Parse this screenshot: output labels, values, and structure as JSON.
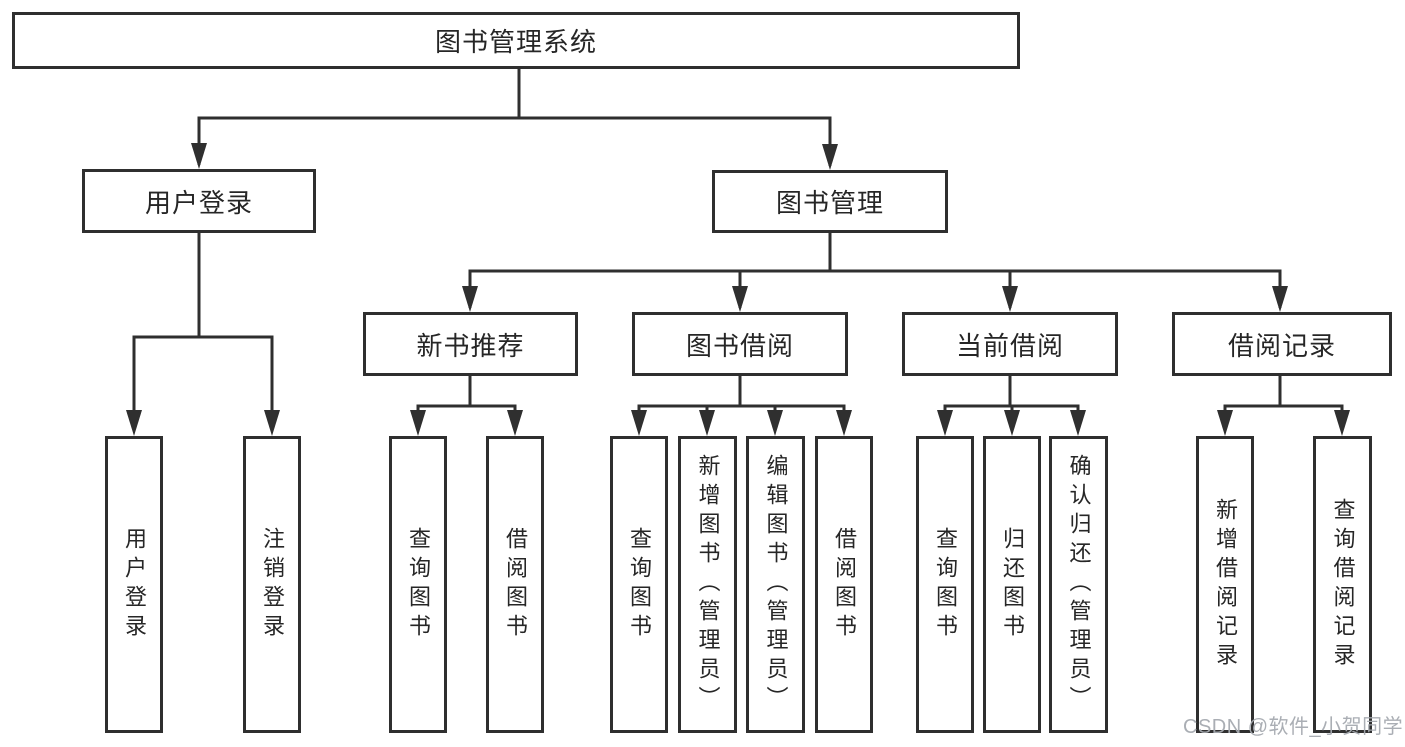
{
  "diagram": {
    "root": "图书管理系统",
    "level2": [
      "用户登录",
      "图书管理"
    ],
    "level3": [
      "新书推荐",
      "图书借阅",
      "当前借阅",
      "借阅记录"
    ],
    "leaves": {
      "login": [
        "用户登录",
        "注销登录"
      ],
      "recommend": [
        "查询图书",
        "借阅图书"
      ],
      "borrow": [
        "查询图书",
        "新增图书（管理员）",
        "编辑图书（管理员）",
        "借阅图书"
      ],
      "current": [
        "查询图书",
        "归还图书",
        "确认归还（管理员）"
      ],
      "records": [
        "新增借阅记录",
        "查询借阅记录"
      ]
    }
  },
  "watermark": {
    "text": "CSDN @软件_小贺同学"
  },
  "colors": {
    "line": "#2f2f2f",
    "box_border": "#2f2f2f",
    "box_fill": "#ffffff",
    "text": "#262626",
    "background": "#ffffff",
    "watermark": "#a5aab0"
  }
}
